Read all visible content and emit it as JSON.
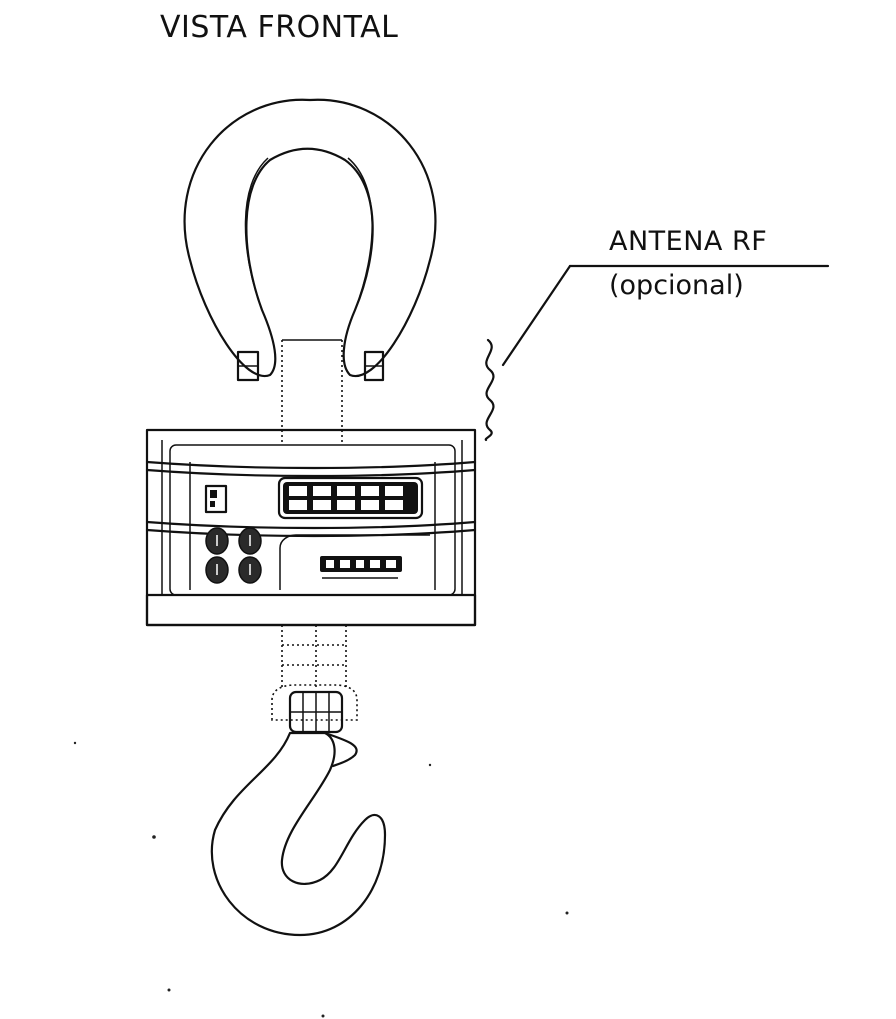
{
  "title": "VISTA FRONTAL",
  "antenna": {
    "label": "ANTENA RF",
    "note": "(opcional)"
  }
}
